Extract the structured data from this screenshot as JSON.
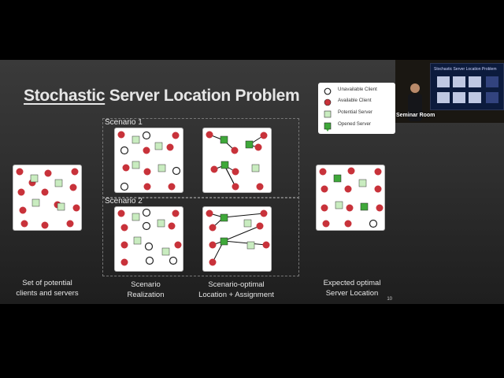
{
  "slide": {
    "title_part1": "Stochastic",
    "title_part2": " Server Location Problem",
    "slide_number": "10"
  },
  "legend": {
    "items": [
      {
        "label": "Unavailable Client",
        "icon": "circle-outline"
      },
      {
        "label": "Available Client",
        "icon": "circle-red"
      },
      {
        "label": "Potential Server",
        "icon": "square-outline-green"
      },
      {
        "label": "Opened Server",
        "icon": "pin-green"
      }
    ]
  },
  "scenarios": [
    {
      "label": "Scenario 1"
    },
    {
      "label": "Scenario 2"
    }
  ],
  "captions": {
    "set": "Set of potential\nclients and servers",
    "realization": "Scenario\nRealization",
    "optimal": "Scenario-optimal\nLocation + Assignment",
    "expected": "Expected optimal\nServer Location"
  },
  "camera": {
    "label": "Seminar Room",
    "screen_title": "Stochastic Server Location Problem"
  },
  "colors": {
    "client_red": "#c8323a",
    "server_green": "#7cc96a",
    "opened_green": "#3fa83a",
    "slide_bg": "#2f2f2f"
  }
}
